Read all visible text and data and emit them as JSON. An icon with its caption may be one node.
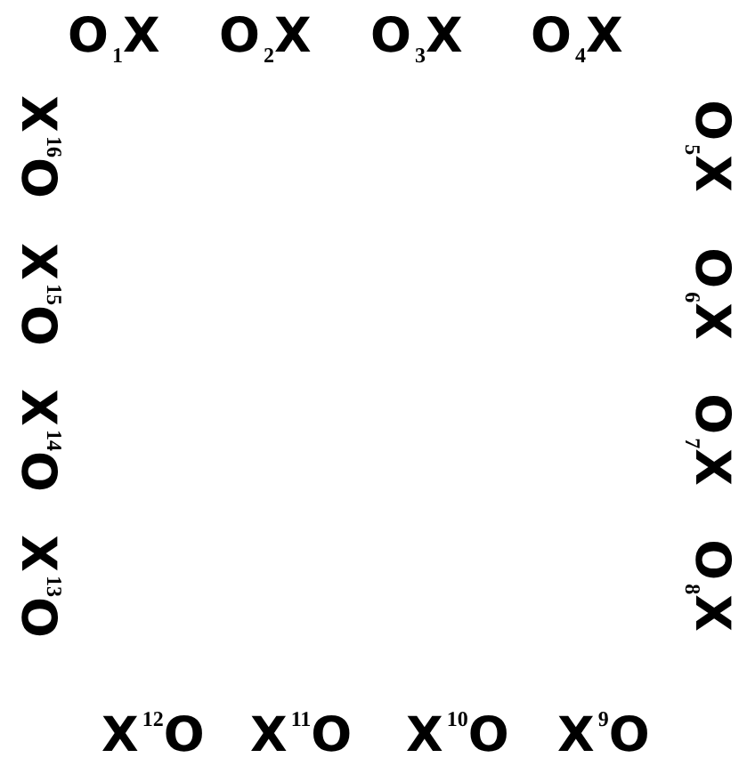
{
  "diagram": {
    "labels": [
      "O$_{1}$X",
      "O$_{2}$X",
      "O$_{3}$X",
      "O$_{4}$X",
      "X$^{16}$O",
      "O$_{5}$X",
      "X$^{15}$O",
      "O$_{6}$X",
      "X$^{14}$O",
      "O$_{7}$X",
      "X$^{13}$O",
      "O$_{8}$X",
      "X$^{12}$O",
      "X$^{11}$O",
      "X$^{10}$O",
      "X$^{9}$O"
    ]
  }
}
